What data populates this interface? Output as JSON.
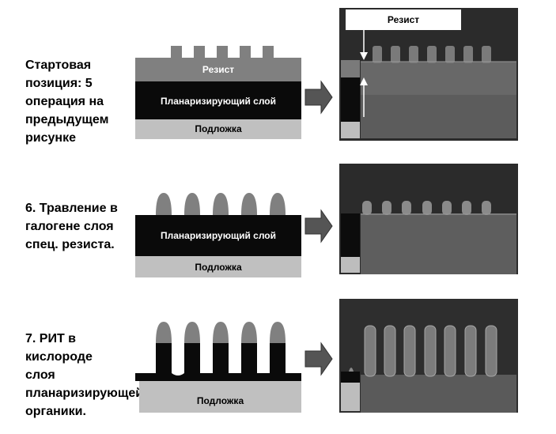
{
  "steps": [
    {
      "text": "Стартовая\nпозиция:  5\nоперация на\nпредыдущем\nрисунке",
      "resist_label": "Резист",
      "planarizing_label": "Планаризирующий слой",
      "substrate_label": "Подложка",
      "sem_resist_label": "Резист"
    },
    {
      "text": "6. Травление в\nгалогене слоя\nспец. резиста.",
      "planarizing_label": "Планаризирующий слой",
      "substrate_label": "Подложка"
    },
    {
      "text": "7. РИТ в кислороде\nслоя\nпланаризирующей\nорганики.",
      "substrate_label": "Подложка"
    }
  ],
  "colors": {
    "resist": "#808080",
    "planarizing": "#0a0a0a",
    "substrate": "#c0c0c0",
    "arrow": "#555555",
    "sem_background": "#2b2b2b"
  }
}
